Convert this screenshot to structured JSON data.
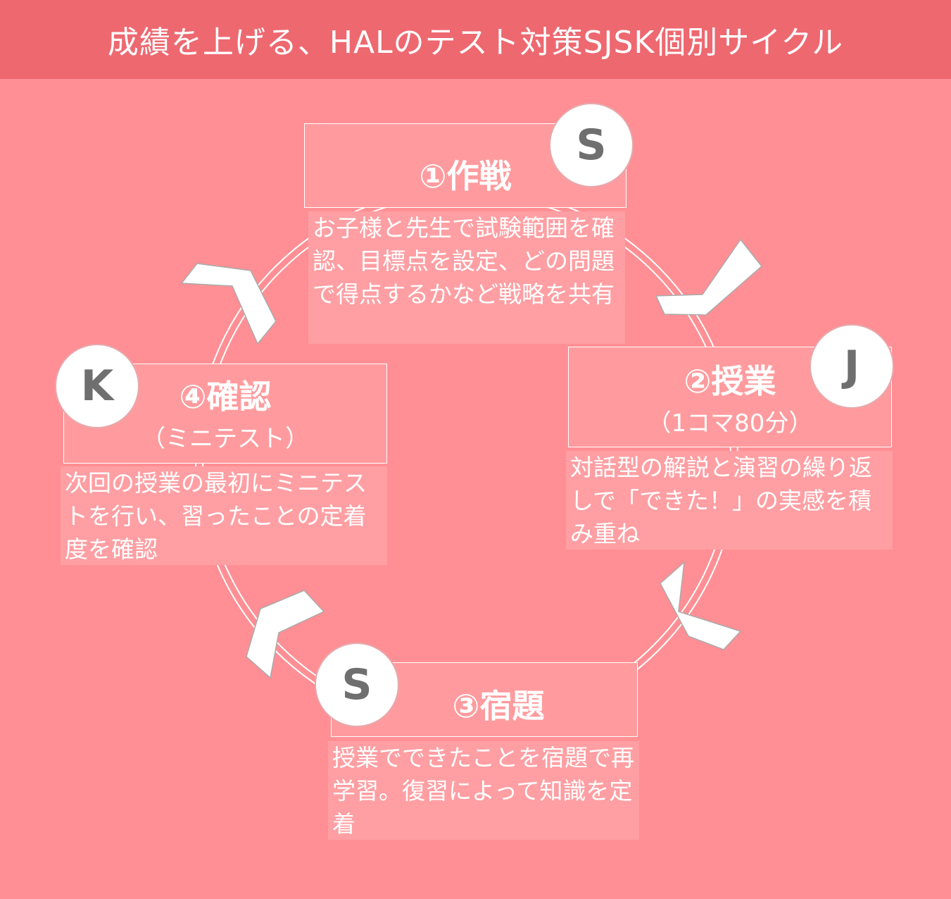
{
  "header": {
    "title": "成績を上げる、HALのテスト対策SJSK個別サイクル"
  },
  "steps": [
    {
      "badge": "S",
      "title": "①作戦",
      "subtitle": "",
      "description": "お子様と先生で試験範囲を確認、目標点を設定、どの問題で得点するかなど戦略を共有"
    },
    {
      "badge": "J",
      "title": "②授業",
      "subtitle": "（1コマ80分）",
      "description": "対話型の解説と演習の繰り返しで「できた！」の実感を積み重ね"
    },
    {
      "badge": "S",
      "title": "③宿題",
      "subtitle": "",
      "description": "授業でできたことを宿題で再学習。復習によって知識を定着"
    },
    {
      "badge": "K",
      "title": "④確認",
      "subtitle": "（ミニテスト）",
      "description": "次回の授業の最初にミニテストを行い、習ったことの定着度を確認"
    }
  ],
  "colors": {
    "background": "#ff8f94",
    "header": "#ee6870",
    "badge_text": "#6f6f6f",
    "line": "#ffffff"
  }
}
